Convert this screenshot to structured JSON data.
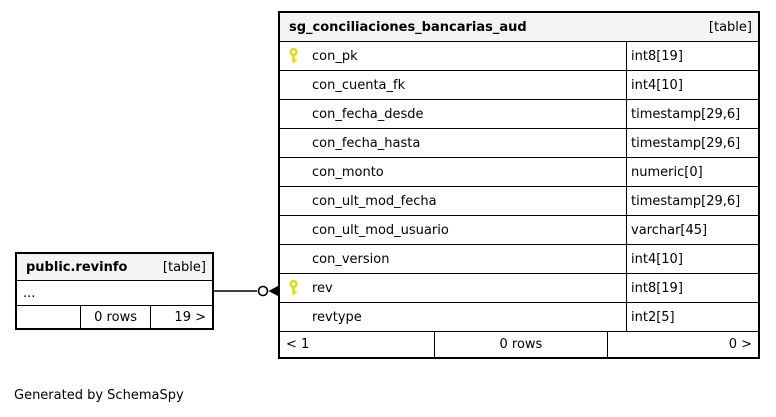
{
  "main_table": {
    "title": "sg_conciliaciones_bancarias_aud",
    "badge": "[table]",
    "columns": [
      {
        "name": "con_pk",
        "type": "int8[19]",
        "key": true
      },
      {
        "name": "con_cuenta_fk",
        "type": "int4[10]",
        "key": false
      },
      {
        "name": "con_fecha_desde",
        "type": "timestamp[29,6]",
        "key": false
      },
      {
        "name": "con_fecha_hasta",
        "type": "timestamp[29,6]",
        "key": false
      },
      {
        "name": "con_monto",
        "type": "numeric[0]",
        "key": false
      },
      {
        "name": "con_ult_mod_fecha",
        "type": "timestamp[29,6]",
        "key": false
      },
      {
        "name": "con_ult_mod_usuario",
        "type": "varchar[45]",
        "key": false
      },
      {
        "name": "con_version",
        "type": "int4[10]",
        "key": false
      },
      {
        "name": "rev",
        "type": "int8[19]",
        "key": true
      },
      {
        "name": "revtype",
        "type": "int2[5]",
        "key": false
      }
    ],
    "footer": {
      "left": "< 1",
      "center": "0 rows",
      "right": "0 >"
    }
  },
  "related_table": {
    "title": "public.revinfo",
    "badge": "[table]",
    "collapsed_row": "...",
    "footer": {
      "left": "",
      "center": "0 rows",
      "right": "19 >"
    }
  },
  "footer_note": "Generated by SchemaSpy",
  "icons": {
    "primary_key": "key-icon",
    "relationship_end": "circle-arrow-connector"
  },
  "colors": {
    "header_bg": "#f4f4f4",
    "border": "#000000",
    "key_icon": "#d8dc00",
    "background": "#ffffff"
  }
}
